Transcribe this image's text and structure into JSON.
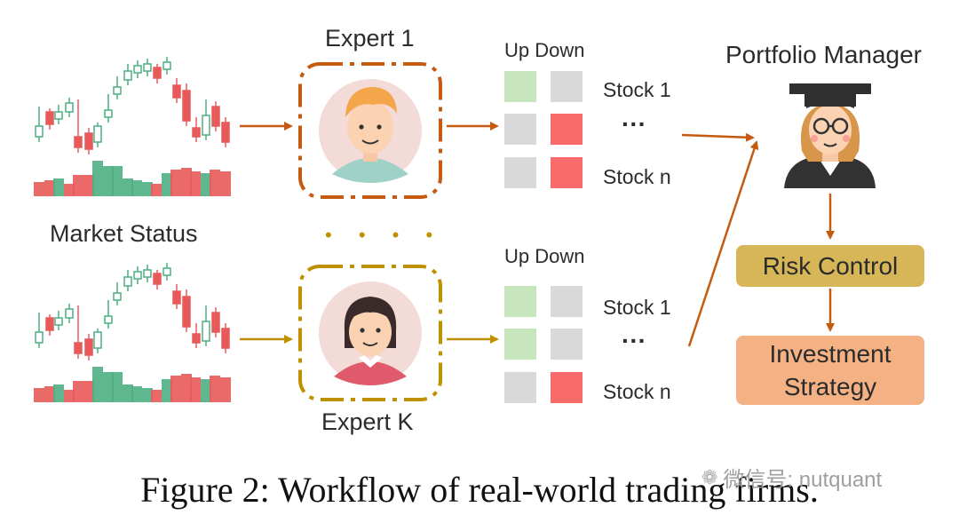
{
  "labels": {
    "market_status": "Market Status",
    "expert_top": "Expert 1",
    "expert_bottom": "Expert K",
    "ellipsis_between_experts": "• • • •",
    "up_down_header": "Up Down",
    "stock_first": "Stock 1",
    "stock_dots": "···",
    "stock_last": "Stock n",
    "portfolio_manager": "Portfolio Manager",
    "risk_control": "Risk Control",
    "investment_strategy_line1": "Investment",
    "investment_strategy_line2": "Strategy"
  },
  "caption": "Figure 2: Workflow of real-world trading firms.",
  "watermark": "微信号: nutquant",
  "icons": {
    "chart": "candlestick-chart-icon",
    "expert_1_avatar": "boy-avatar-icon",
    "expert_k_avatar": "girl-avatar-icon",
    "manager": "graduate-woman-icon",
    "watermark": "wechat-icon"
  },
  "colors": {
    "up": "#c8e6bd",
    "down": "#f96b6b",
    "neutral": "#d9d9d9",
    "expert_1_frame": "#c55a11",
    "expert_k_frame": "#bf9000",
    "risk_control_fill": "#d6b656",
    "investment_fill": "#f4b183",
    "arrow_top": "#c55a11",
    "arrow_bottom": "#bf9000",
    "candle_up": "#4caf82",
    "candle_down": "#e85a5a"
  },
  "grids": {
    "expert_1": [
      [
        "up",
        "neutral"
      ],
      [
        "neutral",
        "down"
      ],
      [
        "neutral",
        "down"
      ]
    ],
    "expert_k": [
      [
        "up",
        "neutral"
      ],
      [
        "up",
        "neutral"
      ],
      [
        "neutral",
        "down"
      ]
    ]
  }
}
